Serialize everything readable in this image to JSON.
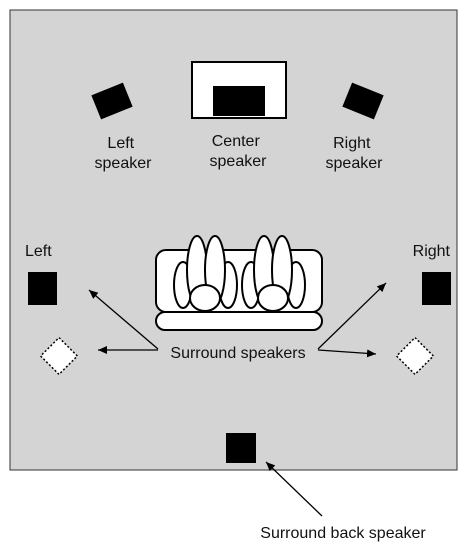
{
  "room": {
    "background": "#d4d4d4",
    "border": "#333333"
  },
  "labels": {
    "left_speaker": [
      "Left",
      "speaker"
    ],
    "center_speaker": [
      "Center",
      "speaker"
    ],
    "right_speaker": [
      "Right",
      "speaker"
    ],
    "left_side": "Left",
    "right_side": "Right",
    "surround_speakers": "Surround speakers",
    "surround_back_speaker": "Surround back speaker"
  },
  "colors": {
    "speaker": "#000000",
    "sofa": "#ffffff",
    "tv": "#ffffff"
  }
}
